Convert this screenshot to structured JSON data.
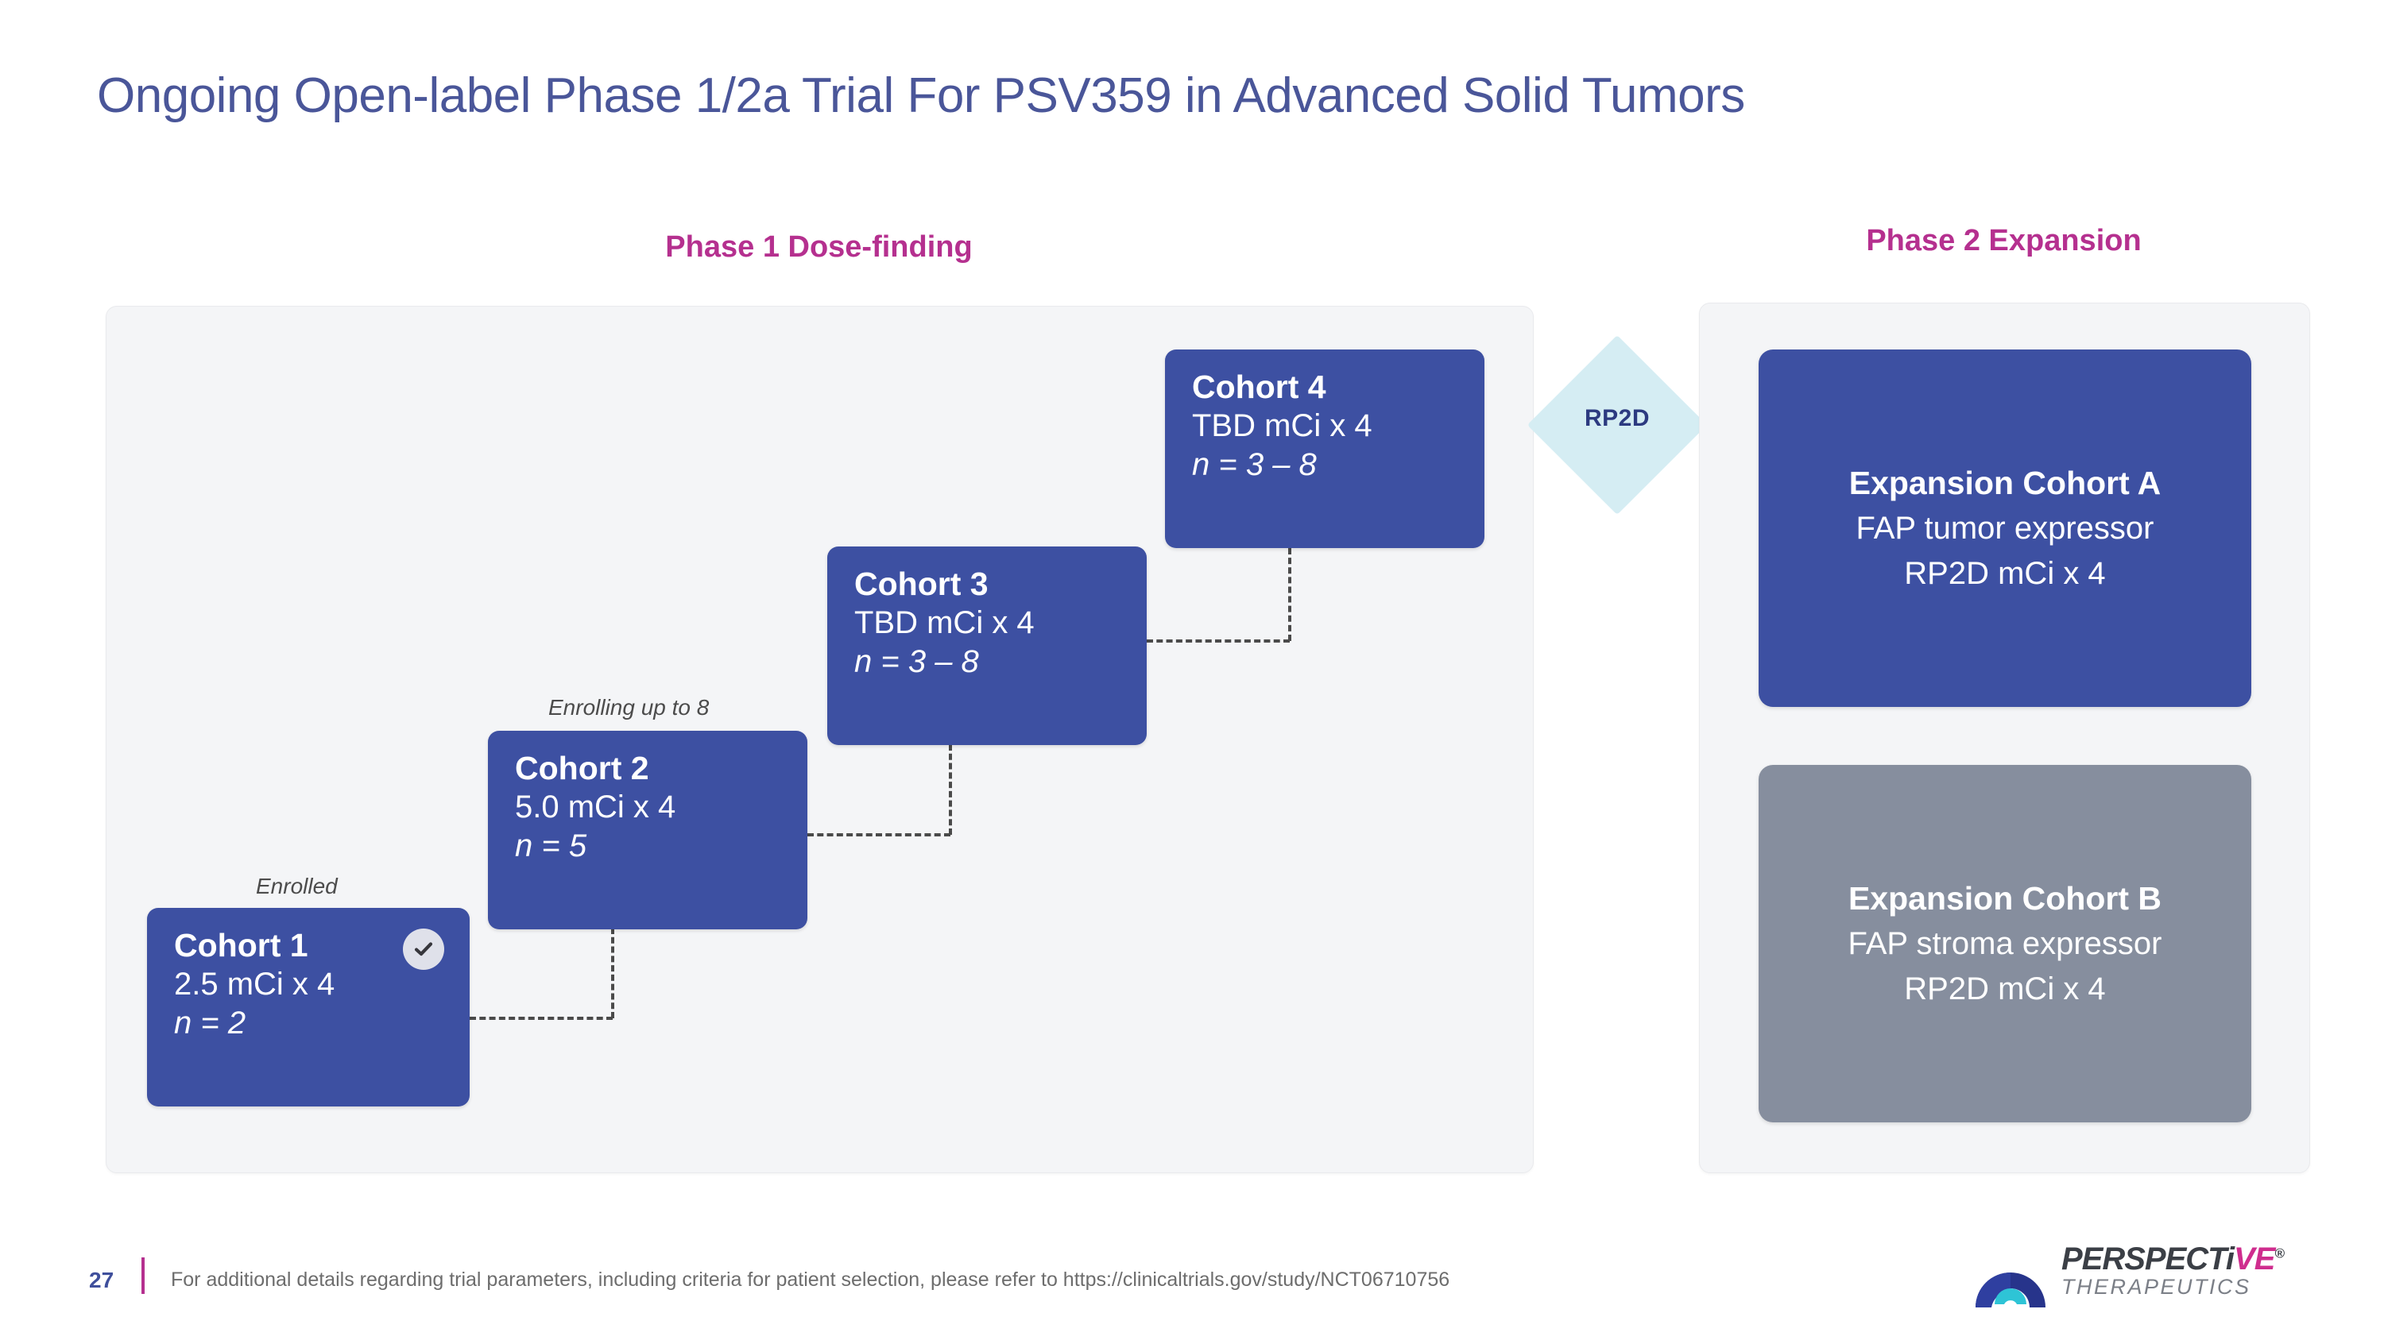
{
  "slide": {
    "title": "Ongoing Open-label Phase 1/2a Trial For PSV359 in Advanced Solid Tumors"
  },
  "colors": {
    "title_blue": "#4a5699",
    "heading_magenta": "#b5308f",
    "cohort_blue": "#3d50a2",
    "expansion_gray": "#868e9e",
    "panel_bg": "#f4f5f7",
    "rp2d_diamond": "#d5edf3",
    "rp2d_text": "#2c3a80",
    "connector": "#4a4a4a"
  },
  "phase1": {
    "heading": "Phase 1 Dose-finding",
    "status_labels": {
      "cohort1": "Enrolled",
      "cohort2": "Enrolling up to 8"
    },
    "cohorts": [
      {
        "name": "Cohort 1",
        "dose": "2.5 mCi x 4",
        "n": "n = 2",
        "badge": "check-circle-icon"
      },
      {
        "name": "Cohort 2",
        "dose": "5.0 mCi x 4",
        "n": "n = 5",
        "badge": ""
      },
      {
        "name": "Cohort 3",
        "dose": "TBD mCi x 4",
        "n": "n = 3 – 8",
        "badge": ""
      },
      {
        "name": "Cohort 4",
        "dose": "TBD mCi x 4",
        "n": "n = 3 – 8",
        "badge": ""
      }
    ]
  },
  "transition": {
    "label": "RP2D"
  },
  "phase2": {
    "heading": "Phase 2 Expansion",
    "cohorts": [
      {
        "title": "Expansion Cohort A",
        "line2": "FAP tumor expressor",
        "line3": "RP2D mCi x 4"
      },
      {
        "title": "Expansion Cohort B",
        "line2": "FAP stroma expressor",
        "line3": "RP2D mCi x 4"
      }
    ]
  },
  "footer": {
    "page_number": "27",
    "note": "For additional details regarding trial parameters, including criteria for patient selection, please refer to https://clinicaltrials.gov/study/NCT06710756"
  },
  "logo": {
    "word_part1": "PERSPECT",
    "word_part2": "i",
    "word_part3": "VE",
    "registered": "®",
    "tagline": "THERAPEUTICS"
  }
}
